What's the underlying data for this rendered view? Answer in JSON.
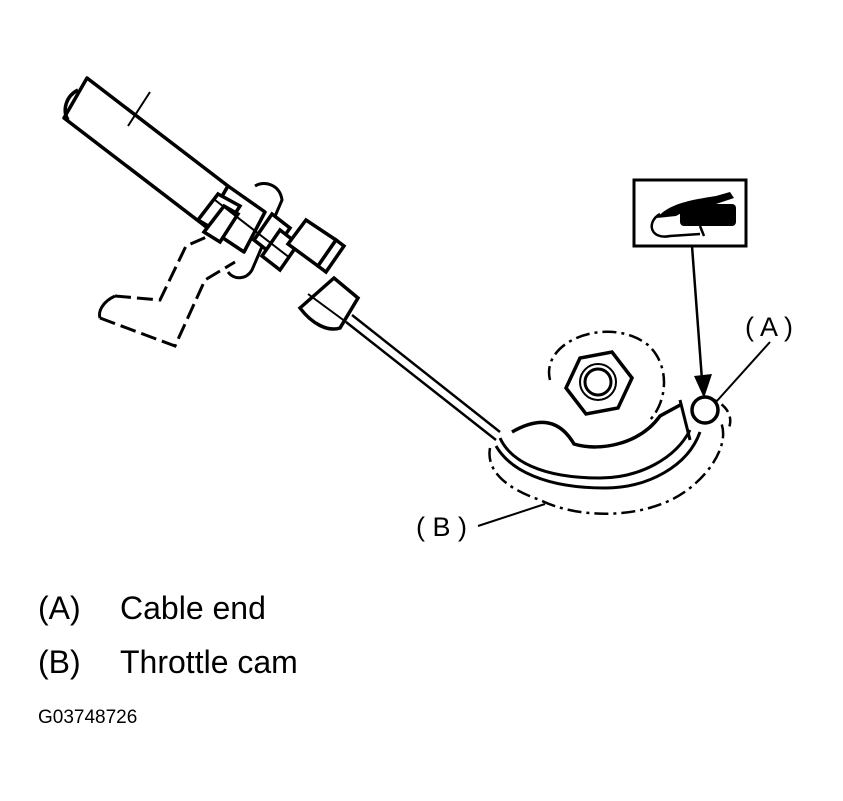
{
  "callouts": {
    "a": "( A )",
    "b": "( B )"
  },
  "legend": [
    {
      "key": "(A)",
      "label": "Cable end"
    },
    {
      "key": "(B)",
      "label": "Throttle cam"
    }
  ],
  "figure_code": "G03748726",
  "icons": {
    "lubricant": "grease-gun-icon"
  },
  "colors": {
    "line": "#000000",
    "background": "#ffffff"
  }
}
